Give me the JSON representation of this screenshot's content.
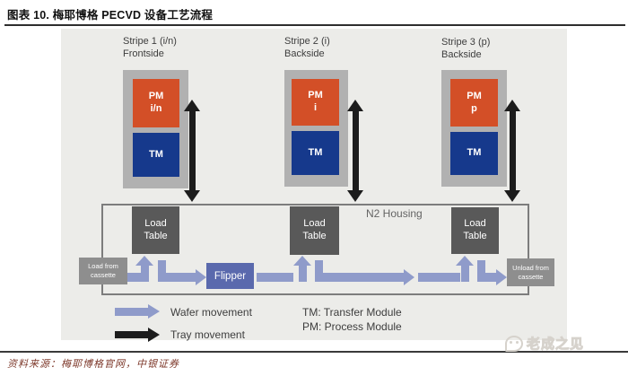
{
  "figure": {
    "title": "图表 10. 梅耶博格 PECVD 设备工艺流程"
  },
  "diagram": {
    "stripes": [
      {
        "title": "Stripe 1 (i/n)",
        "subtitle": "Frontside",
        "pm_label": "PM",
        "pm_layer": "i/n",
        "tm_label": "TM"
      },
      {
        "title": "Stripe 2 (i)",
        "subtitle": "Backside",
        "pm_label": "PM",
        "pm_layer": "i",
        "tm_label": "TM"
      },
      {
        "title": "Stripe 3 (p)",
        "subtitle": "Backside",
        "pm_label": "PM",
        "pm_layer": "p",
        "tm_label": "TM"
      }
    ],
    "n2_housing": "N2 Housing",
    "load_table": {
      "line1": "Load",
      "line2": "Table"
    },
    "load_cassette": {
      "line1": "Load from",
      "line2": "cassette"
    },
    "unload_cassette": {
      "line1": "Unload from",
      "line2": "cassette"
    },
    "flipper": "Flipper",
    "legend": {
      "wafer_label": "Wafer movement",
      "tray_label": "Tray movement",
      "tm_definition": "TM: Transfer Module",
      "pm_definition": "PM: Process Module"
    },
    "colors": {
      "pm_orange": "#d34f27",
      "tm_navy": "#16398c",
      "stripe_housing_gray": "#b1b1b1",
      "load_table_gray": "#595959",
      "cassette_gray": "#8e8e8e",
      "flipper_blue": "#5a69ad",
      "wafer_arrow_blue": "#8f9bca",
      "tray_arrow_black": "#1c1c1c",
      "panel_background": "#ecece9"
    }
  },
  "footer": {
    "source": "资料来源：梅耶博格官网，中银证券",
    "watermark": "老成之见"
  }
}
